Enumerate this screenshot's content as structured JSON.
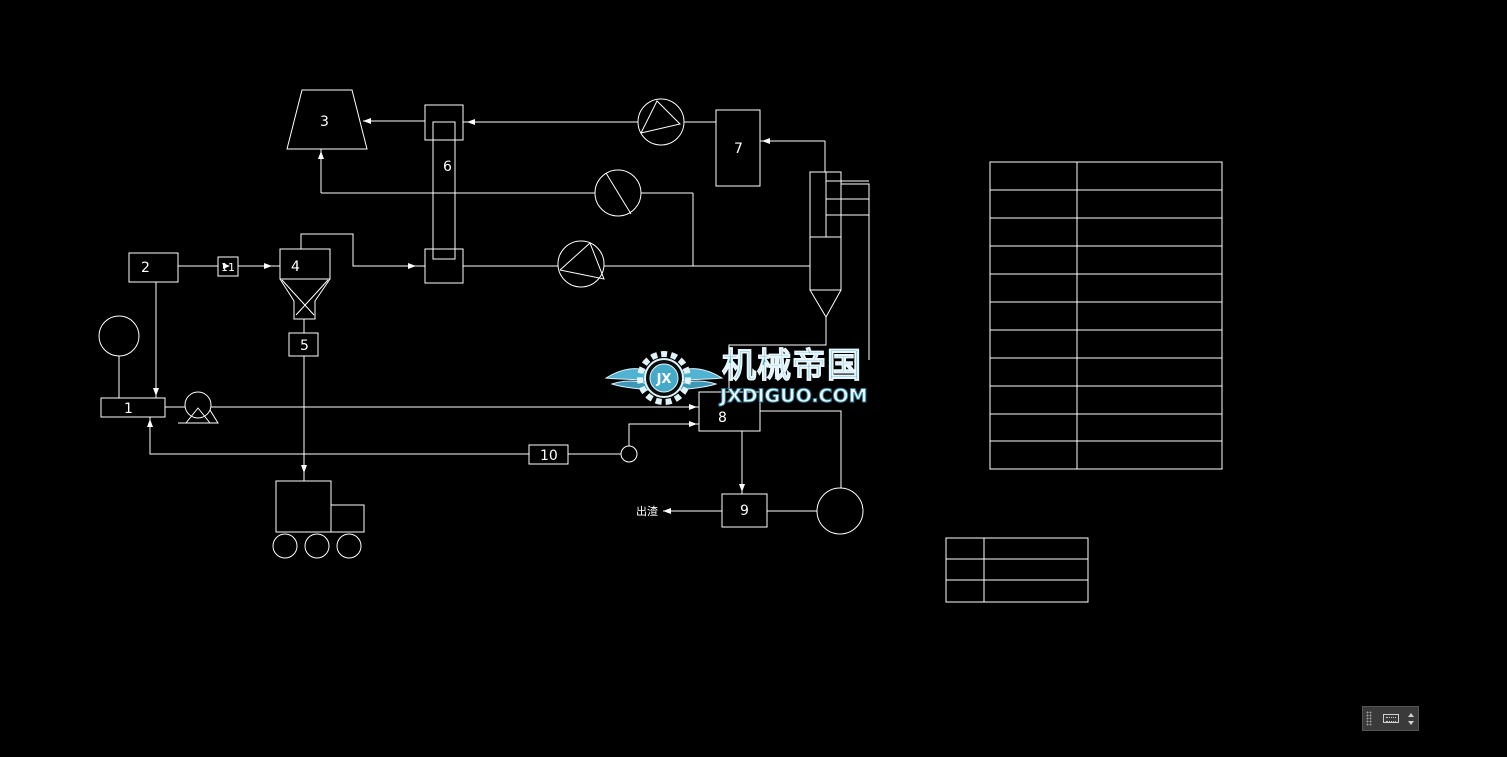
{
  "diagram": {
    "line_color": "#ffffff",
    "background": "#000000",
    "labels": {
      "n1": "1",
      "n2": "2",
      "n3": "3",
      "n4": "4",
      "n5": "5",
      "n6": "6",
      "n7": "7",
      "n8": "8",
      "n9": "9",
      "n10": "10",
      "n11": "11",
      "outlet": "出渣"
    },
    "legend_table": {
      "rows": 11,
      "columns": 2
    },
    "title_block": {
      "rows": 3,
      "columns": 2
    }
  },
  "watermark": {
    "text_cn": "机械帝国",
    "text_en": "JXDIGUO.COM",
    "badge": "JX",
    "color": "#45a9c8"
  },
  "command_widget": {
    "icon": "keyboard-icon",
    "menu_icon": "chevron-updown-icon"
  }
}
